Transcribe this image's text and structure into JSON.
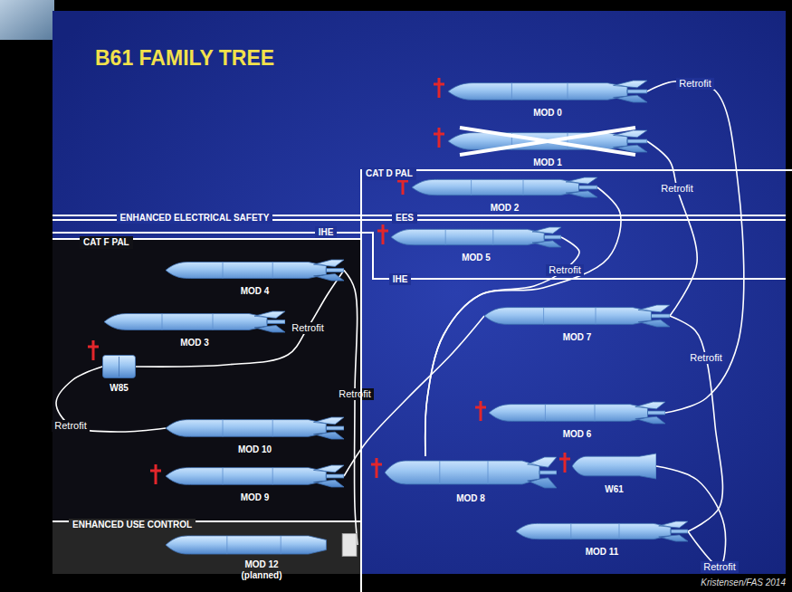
{
  "diagram": {
    "title": "B61 FAMILY TREE",
    "nodes": [
      {
        "text": [
          "MOD 0"
        ]
      },
      {
        "text": [
          "MOD 1"
        ]
      },
      {
        "text": [
          "CAT D PAL"
        ]
      },
      {
        "text": [
          "MOD 2"
        ],
        "in": 2
      },
      {
        "text": [
          "MOD 5"
        ],
        "in": 2
      },
      {
        "text": [
          "CAT F PAL"
        ]
      },
      {
        "text": [
          "MOD 4"
        ],
        "in": 5
      },
      {
        "text": [
          "MOD 3"
        ],
        "in": 5
      },
      {
        "text": [
          "W85"
        ],
        "in": 5
      },
      {
        "text": [
          "MOD 7"
        ],
        "in": 2
      },
      {
        "text": [
          "MOD 10"
        ],
        "in": 5
      },
      {
        "text": [
          "MOD 6"
        ],
        "in": 2
      },
      {
        "text": [
          "MOD 9"
        ],
        "in": 5
      },
      {
        "text": [
          "MOD 8"
        ],
        "in": 2
      },
      {
        "text": [
          "W61"
        ],
        "in": 2
      },
      {
        "text": [
          "ENHANCED USE CONTROL"
        ],
        "in": 5
      },
      {
        "text": [
          "MOD 12 (planned)"
        ],
        "in": 15
      },
      {
        "text": [
          "MOD 11"
        ],
        "in": 2
      }
    ],
    "edges": [
      {
        "from": 0,
        "to": 11,
        "arrow": "none",
        "label": "Retrofit"
      },
      {
        "from": 1,
        "to": 9,
        "arrow": "none",
        "label": "Retrofit"
      },
      {
        "from": 3,
        "to": 13,
        "arrow": "none"
      },
      {
        "from": 4,
        "to": 13,
        "arrow": "none",
        "label": "Retrofit"
      },
      {
        "from": 9,
        "to": 17,
        "arrow": "none",
        "label": "Retrofit"
      },
      {
        "from": 14,
        "to": 17,
        "arrow": "none",
        "label": "Retrofit"
      },
      {
        "from": 8,
        "to": 6,
        "arrow": "none",
        "label": "Retrofit"
      },
      {
        "from": 8,
        "to": 10,
        "arrow": "none",
        "label": "Retrofit"
      },
      {
        "from": 6,
        "to": 16,
        "arrow": "none",
        "label": "Retrofit"
      },
      {
        "from": 12,
        "to": 9,
        "arrow": "none"
      }
    ],
    "labels": [
      "ENHANCED ELECTRICAL SAFETY",
      "EES",
      "IHE",
      "IHE",
      "Kristensen/FAS 2014"
    ]
  }
}
